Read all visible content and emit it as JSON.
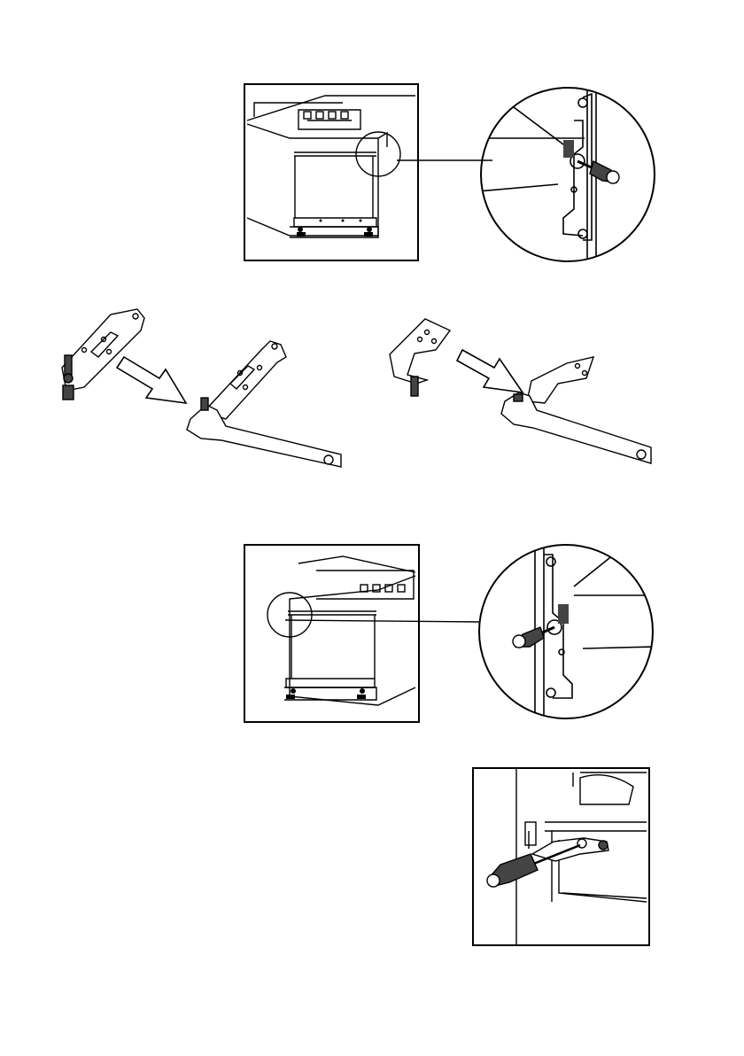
{
  "page": {
    "kind": "instruction-manual-illustrations",
    "steps": [
      {
        "step": "remove-upper-hinge",
        "icons": [
          "fridge-open-icon",
          "magnifier-callout-icon",
          "screwdriver-icon"
        ]
      },
      {
        "step": "transfer-hinge-pins",
        "icons": [
          "hinge-plate-icon",
          "arrow-right-icon",
          "wrench-icon"
        ]
      },
      {
        "step": "refit-upper-hinge-opposite-side",
        "icons": [
          "fridge-open-icon",
          "magnifier-callout-icon",
          "screwdriver-icon"
        ]
      },
      {
        "step": "fit-lower-hinge",
        "icons": [
          "hinge-bracket-icon",
          "screwdriver-icon"
        ]
      }
    ]
  },
  "colors": {
    "ink": "#000000",
    "paper": "#ffffff",
    "arrow_fill": "#ffffff",
    "handle_fill": "#444444",
    "light_gray": "#cccccc"
  }
}
